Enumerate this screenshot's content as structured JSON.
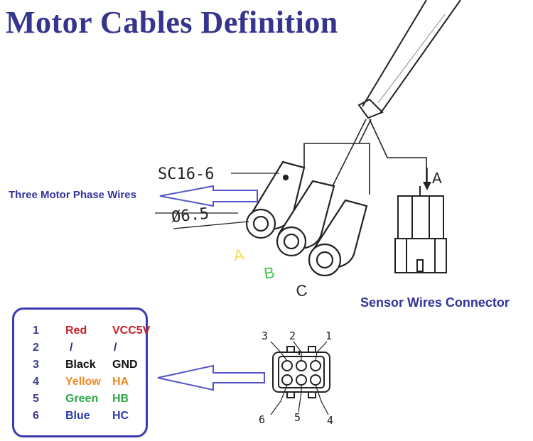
{
  "title": "Motor Cables Definition",
  "labels": {
    "phase_wires": "Three Motor Phase Wires",
    "sensor_connector": "Sensor Wires Connector",
    "terminal_part": "SC16-6",
    "diameter": "Ø6.5",
    "view_marker": "A",
    "phase_a": "A",
    "phase_b": "B",
    "phase_c": "C"
  },
  "pin_numbers": [
    "1",
    "2",
    "3",
    "4",
    "5",
    "6"
  ],
  "pins": [
    {
      "num": "1",
      "color": "Red",
      "signal": "VCC5V",
      "hex": "#c8202a"
    },
    {
      "num": "2",
      "color": "/",
      "signal": "/",
      "hex": "#2a2aa0"
    },
    {
      "num": "3",
      "color": "Black",
      "signal": "GND",
      "hex": "#111111"
    },
    {
      "num": "4",
      "color": "Yellow",
      "signal": "HA",
      "hex": "#f08a24"
    },
    {
      "num": "5",
      "color": "Green",
      "signal": "HB",
      "hex": "#2aa84a"
    },
    {
      "num": "6",
      "color": "Blue",
      "signal": "HC",
      "hex": "#2a3aa8"
    }
  ],
  "colors": {
    "title": "#35358f",
    "arrow": "#5555c8",
    "table_border": "#3b3bb0",
    "phase_a": "#f0e24a",
    "phase_b": "#3cc24a",
    "phase_c": "#222222"
  }
}
